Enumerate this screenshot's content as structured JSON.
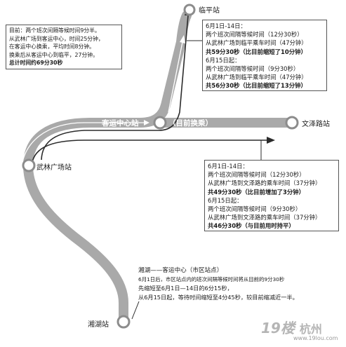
{
  "stations": {
    "linping": "临平站",
    "keyun": "客运中心站",
    "current_transfer": "（目前换乘）",
    "wenze": "文泽路站",
    "wulin": "武林广场站",
    "xianghu": "湘湖站"
  },
  "box_now": {
    "lines": [
      "目前：两个班次间隔等候时间9分半。",
      "从武林广场到客运中心，时间25分钟，",
      "在客运中心换乘，平均时间8分钟。",
      "换乘后从客运中心到临平，27分钟。",
      "总计时间约69分30秒"
    ]
  },
  "box_linping": {
    "lines": [
      "6月1日-14日：",
      "两个班次间隔等候时间（12分30秒）",
      "从武林广场到临平乘车时间（47分钟）",
      "共59分30秒（比目前缩短了10分钟）",
      "6月15日起：",
      "两个班次间隔等候时间（9分30秒）",
      "从武林广场到临平乘车时间（47分钟）",
      "共56分30秒（比目前缩短了13分钟）"
    ]
  },
  "box_wenze": {
    "lines": [
      "6月1日-14日：",
      "两个班次间隔等候时间（12分30秒）",
      "从武林广场到文泽路的乘车时间（37分钟）",
      "共49分30秒（比目前增加了3分钟）",
      "6月15日起：",
      "两个班次间隔等候时间（9分30秒）",
      "从武林广场到文泽路的乘车时间（37分钟）",
      "共46分30秒（与目前用时持平）"
    ]
  },
  "note_bottom": {
    "lines": [
      "湘湖——客运中心（市区站点）",
      "6月1日后，市区站点内的班次间隔等候时间将从目前的9分30秒",
      "先缩短至6月1日—14日的6分15秒，",
      "从6月15日起，等待时间缩短至4分45秒，较目前缩减近一半。"
    ]
  },
  "watermark": {
    "brand": "19楼",
    "city": "杭州",
    "url": "www.19lou.com"
  }
}
